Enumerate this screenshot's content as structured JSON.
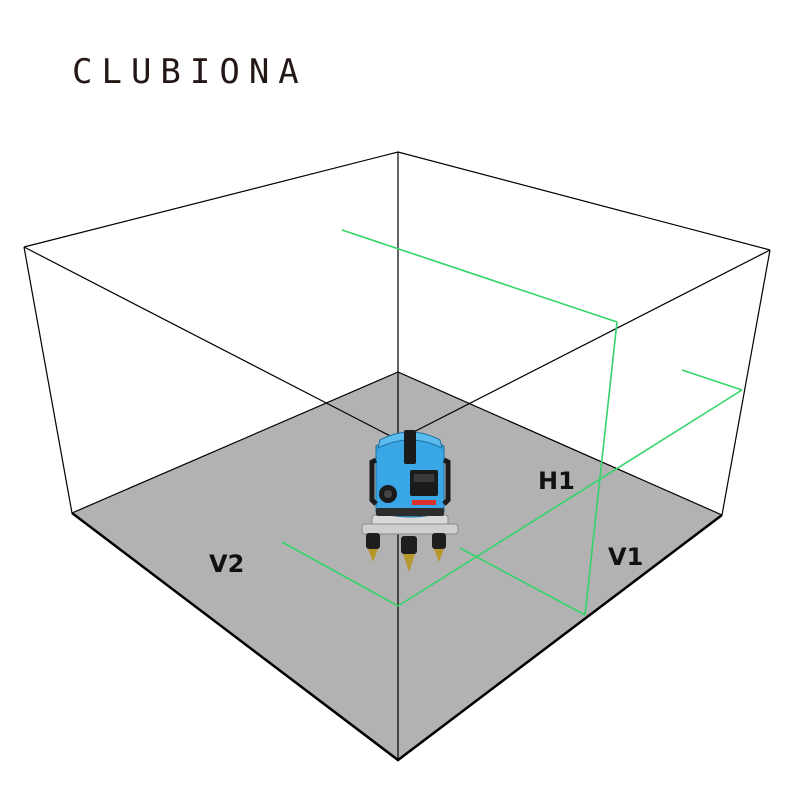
{
  "brand": {
    "name": "CLUBIONA"
  },
  "labels": {
    "h1": "H1",
    "v1": "V1",
    "v2": "V2"
  },
  "colors": {
    "laser": "#33d46a",
    "floor": "#b2b2b2",
    "edges": "#000000",
    "device_body": "#39a7e6",
    "device_dark": "#1b1b1b",
    "device_base": "#d9d9d9"
  },
  "device": {
    "icon": "laser-level-icon"
  }
}
